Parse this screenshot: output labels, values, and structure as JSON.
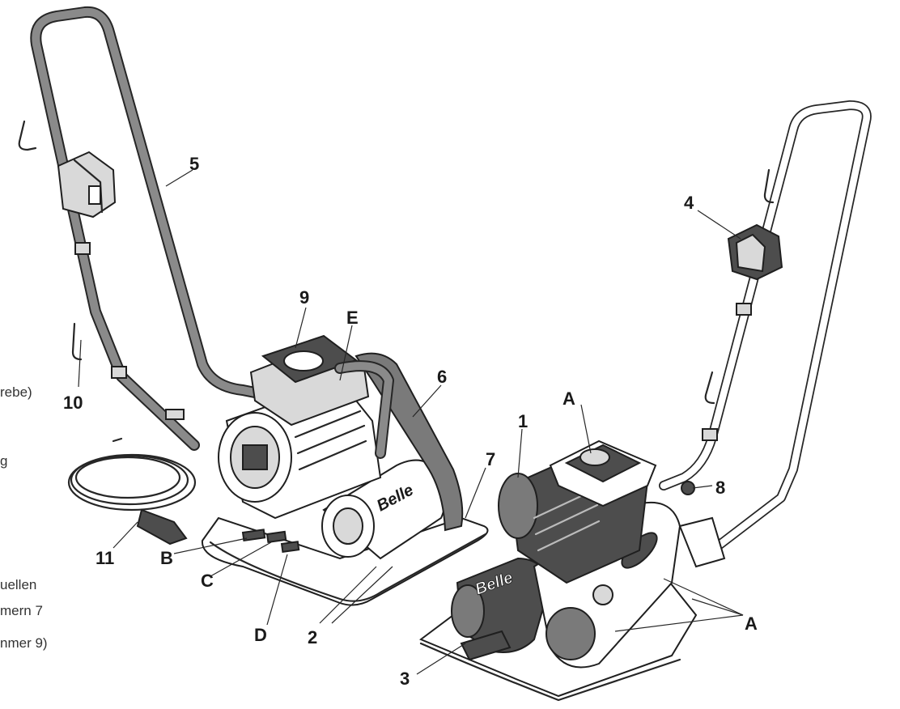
{
  "callouts": [
    {
      "id": "1",
      "text": "1"
    },
    {
      "id": "2",
      "text": "2"
    },
    {
      "id": "3",
      "text": "3"
    },
    {
      "id": "4",
      "text": "4"
    },
    {
      "id": "5",
      "text": "5"
    },
    {
      "id": "6",
      "text": "6"
    },
    {
      "id": "7",
      "text": "7"
    },
    {
      "id": "8",
      "text": "8"
    },
    {
      "id": "9",
      "text": "9"
    },
    {
      "id": "10",
      "text": "10"
    },
    {
      "id": "11",
      "text": "11"
    },
    {
      "id": "A1",
      "text": "A"
    },
    {
      "id": "A2",
      "text": "A"
    },
    {
      "id": "B",
      "text": "B"
    },
    {
      "id": "C",
      "text": "C"
    },
    {
      "id": "D",
      "text": "D"
    },
    {
      "id": "E",
      "text": "E"
    }
  ],
  "brand": "Belle",
  "edge_fragments": [
    "rebe)",
    "g",
    "uellen",
    "mern 7",
    "nmer 9)"
  ]
}
